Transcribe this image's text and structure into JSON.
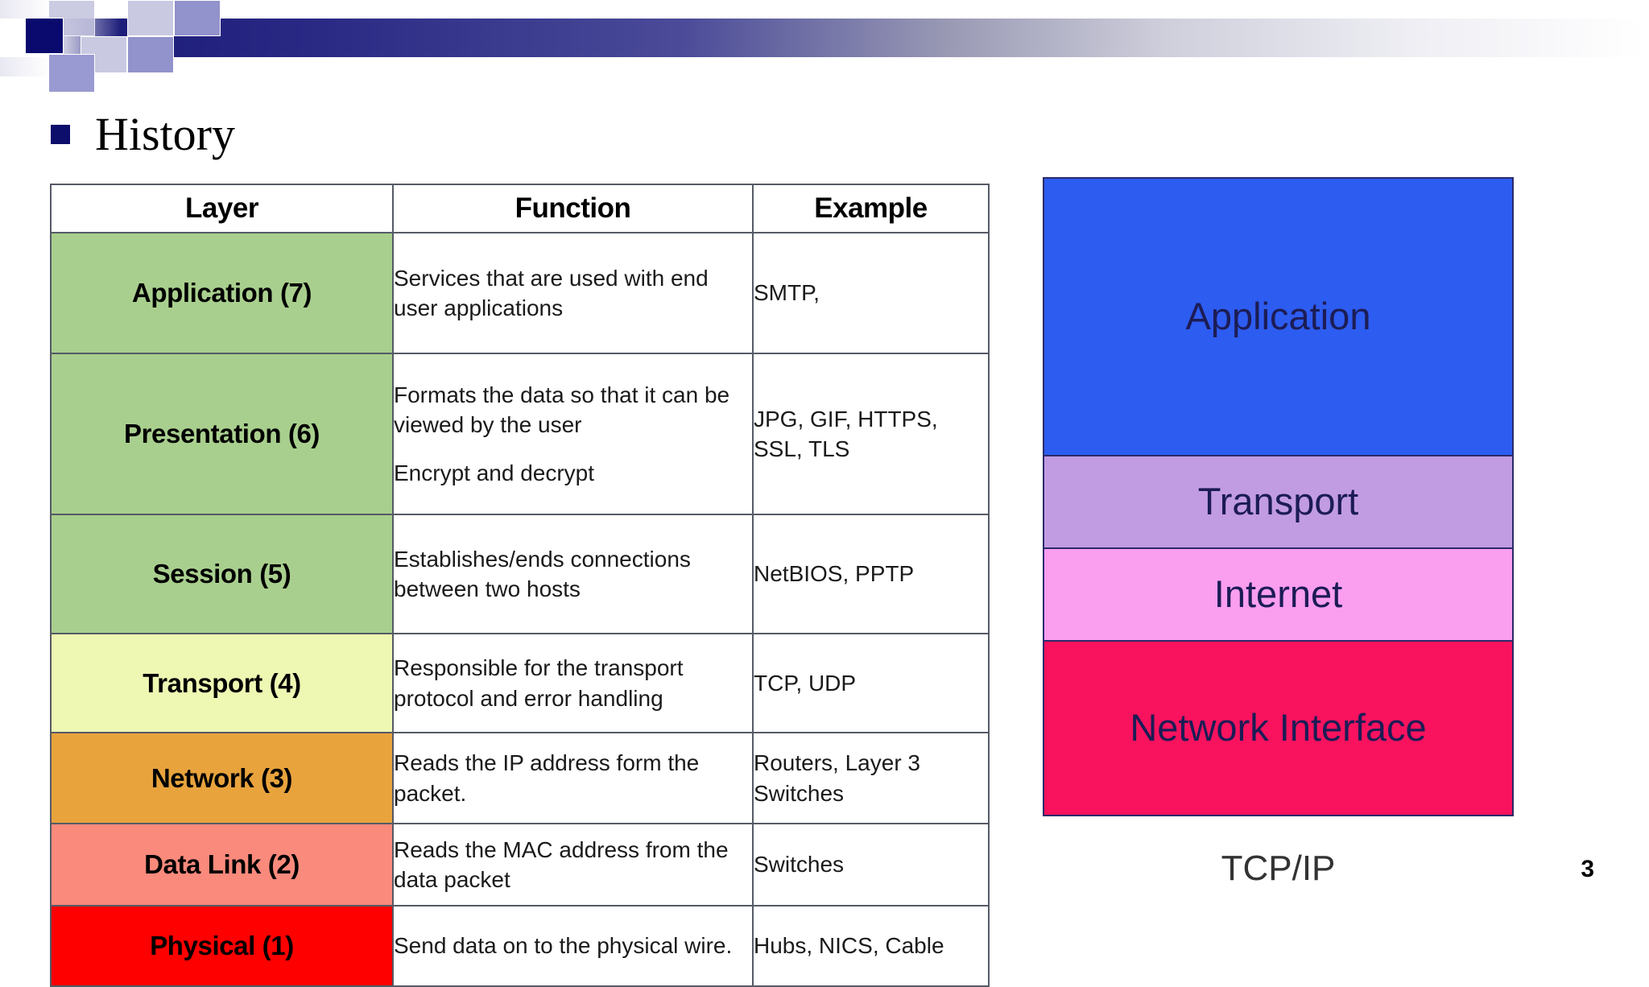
{
  "slide": {
    "title": "History",
    "page_number": "3",
    "bullet_color": "#0d0d6b"
  },
  "osi_table": {
    "headers": [
      "Layer",
      "Function",
      "Example"
    ],
    "rows": [
      {
        "layer": "Application (7)",
        "function": "Services that are used with end user applications",
        "function_extra": "",
        "example": "SMTP,",
        "color": "#a9cf8e"
      },
      {
        "layer": "Presentation (6)",
        "function": "Formats the data so that it can be viewed by the user",
        "function_extra": "Encrypt and decrypt",
        "example": "JPG, GIF, HTTPS, SSL, TLS",
        "color": "#a9cf8e"
      },
      {
        "layer": "Session (5)",
        "function": "Establishes/ends connections between two hosts",
        "function_extra": "",
        "example": "NetBIOS, PPTP",
        "color": "#a9cf8e"
      },
      {
        "layer": "Transport (4)",
        "function": "Responsible for the transport protocol and error handling",
        "function_extra": "",
        "example": "TCP, UDP",
        "color": "#eef8b3"
      },
      {
        "layer": "Network (3)",
        "function": "Reads the IP address form the packet.",
        "function_extra": "",
        "example": "Routers, Layer 3 Switches",
        "color": "#e8a33d"
      },
      {
        "layer": "Data Link (2)",
        "function": "Reads the MAC address from the data packet",
        "function_extra": "",
        "example": "Switches",
        "color": "#fa8a7c"
      },
      {
        "layer": "Physical (1)",
        "function": "Send data on to the physical wire.",
        "function_extra": "",
        "example": "Hubs, NICS, Cable",
        "color": "#fe0000"
      }
    ]
  },
  "tcpip_diagram": {
    "caption": "TCP/IP",
    "layers": [
      {
        "label": "Application",
        "color": "#2d5cf0"
      },
      {
        "label": "Transport",
        "color": "#c29ce2"
      },
      {
        "label": "Internet",
        "color": "#fa9ef0"
      },
      {
        "label": "Network Interface",
        "color": "#f9125e"
      }
    ]
  }
}
